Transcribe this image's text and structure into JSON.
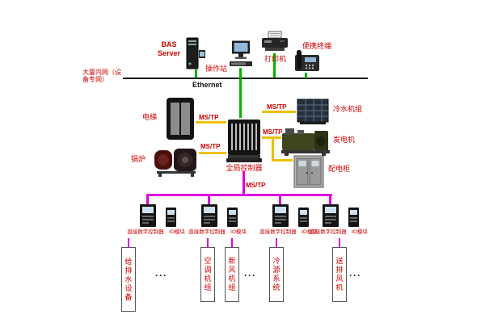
{
  "labels": {
    "bas_server": "BAS Server",
    "operator_station": "操作站",
    "printer": "打印机",
    "portable_terminal": "便携终端",
    "intranet": "大厦内网（设备专网）",
    "ethernet": "Ethernet",
    "elevator": "电梯",
    "boiler": "锅炉",
    "global_controller": "全局控制器",
    "chiller": "冷水机组",
    "generator": "发电机",
    "power_cabinet": "配电柜",
    "mstp": "MS/TP",
    "ellipsis": "···"
  },
  "ddc_groups": [
    {
      "controller": "直接数字控制器",
      "io": "IO模块"
    },
    {
      "controller": "直接数字控制器",
      "io": "IO模块"
    },
    {
      "controller": "直接数字控制器",
      "io": "IO模块"
    },
    {
      "controller": "直接数字控制器",
      "io": "IO模块"
    }
  ],
  "field_devices": [
    "给排水设备",
    "空调机组",
    "新风机组",
    "冷源系统",
    "送排风机"
  ],
  "colors": {
    "label_red": "#cc0000",
    "ethernet_black": "#1a1a1a",
    "lan_green": "#00b400",
    "mstp_yellow": "#f0c000",
    "bus_magenta": "#dd00dd"
  }
}
